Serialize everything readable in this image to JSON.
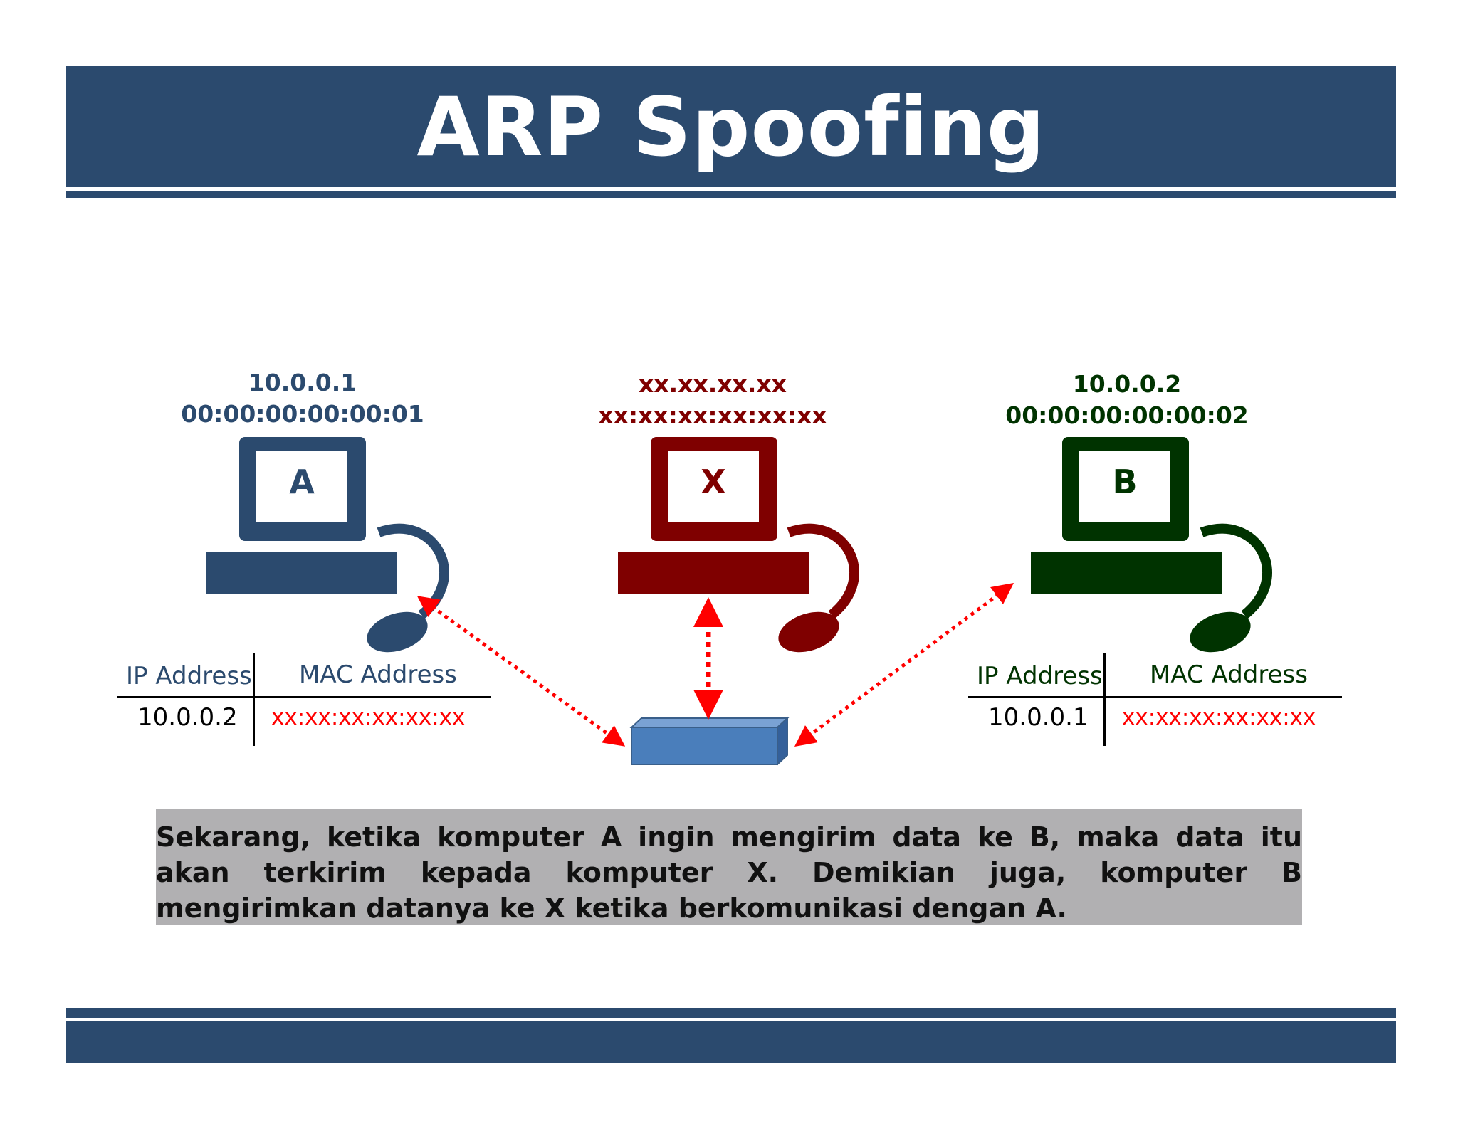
{
  "slide": {
    "title": "ARP Spoofing",
    "caption": "Sekarang, ketika komputer A ingin mengirim data ke B, maka data itu akan terkirim kepada komputer X. Demikian juga, komputer B mengirimkan datanya ke X ketika berkomunikasi dengan A."
  },
  "nodes": {
    "a": {
      "letter": "A",
      "ip": "10.0.0.1",
      "mac": "00:00:00:00:00:01",
      "color": "#2b4a6e"
    },
    "x": {
      "letter": "X",
      "ip": "xx.xx.xx.xx",
      "mac": "xx:xx:xx:xx:xx:xx",
      "color": "#7f0000"
    },
    "b": {
      "letter": "B",
      "ip": "10.0.0.2",
      "mac": "00:00:00:00:00:02",
      "color": "#003300"
    }
  },
  "tables": {
    "a": {
      "ip_header": "IP Address",
      "mac_header": "MAC Address",
      "ip": "10.0.0.2",
      "mac": "xx:xx:xx:xx:xx:xx"
    },
    "b": {
      "ip_header": "IP Address",
      "mac_header": "MAC Address",
      "ip": "10.0.0.1",
      "mac": "xx:xx:xx:xx:xx:xx"
    }
  },
  "colors": {
    "band": "#2b4a6e",
    "switch": "#4a7ebb",
    "arrow": "#ff0000",
    "caption_bg": "#b1b0b2"
  }
}
